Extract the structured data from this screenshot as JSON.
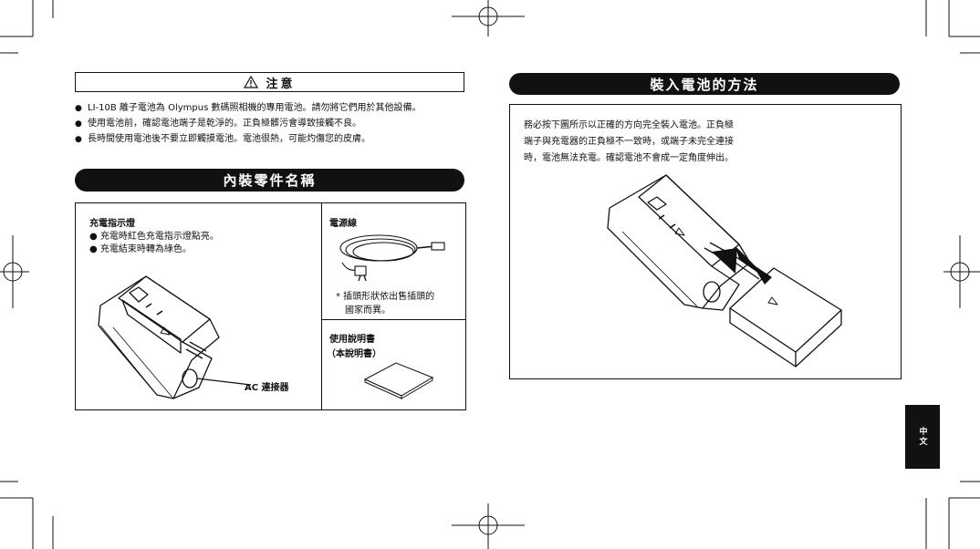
{
  "caution": {
    "title": "注意",
    "bullets": [
      "LI-10B 離子電池為 Olympus 數碼照相機的專用電池。請勿將它們用於其他設備。",
      "使用電池前，確認電池端子是乾淨的。正負極髒污會導致接觸不良。",
      "長時間使用電池後不要立即觸摸電池。電池很熱，可能灼傷您的皮膚。"
    ]
  },
  "contents": {
    "heading": "內裝零件名稱",
    "indicator_title": "充電指示燈",
    "indicator_bullets": [
      "充電時紅色充電指示燈點亮。",
      "充電結束時轉為綠色。"
    ],
    "ac_connector": "AC 連接器",
    "power_cord": "電源線",
    "plug_note_line1": "* 插頭形狀依出售插頭的",
    "plug_note_line2": "國家而異。",
    "manual_title": "使用說明書",
    "manual_sub": "（本說明書）"
  },
  "insert": {
    "heading": "裝入電池的方法",
    "paragraph_lines": [
      "務必按下圖所示以正確的方向完全裝入電池。正負極",
      "端子與充電器的正負極不一致時，或端子未完全連接",
      "時，電池無法充電。確認電池不會成一定角度伸出。"
    ]
  },
  "side_tab": "中文"
}
